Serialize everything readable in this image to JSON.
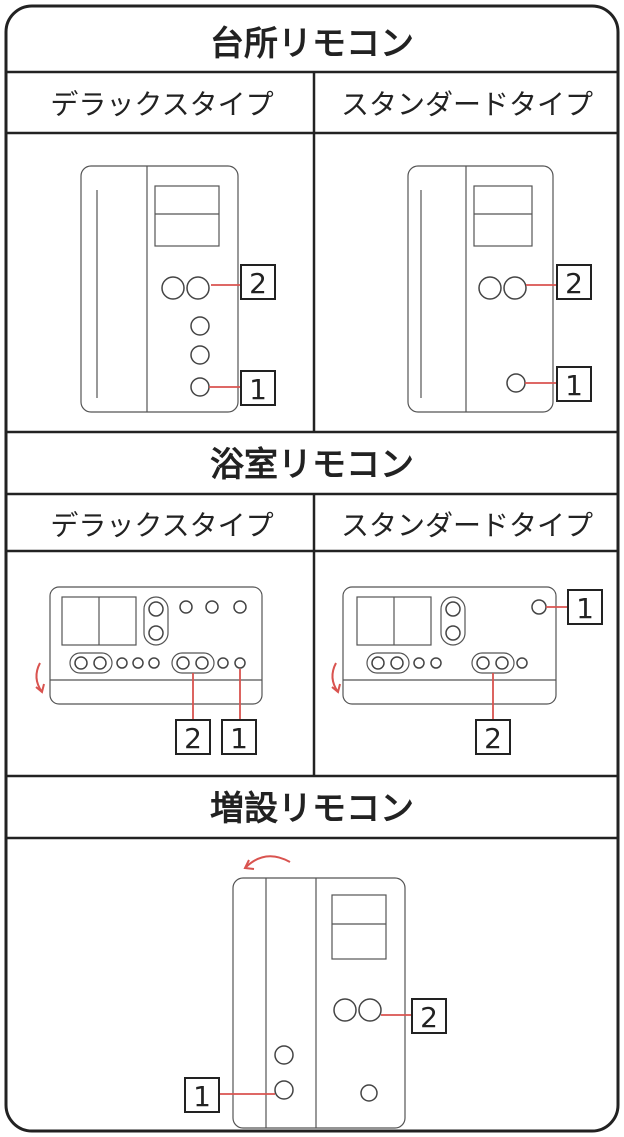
{
  "sections": {
    "kitchen": {
      "title": "台所リモコン"
    },
    "bath": {
      "title": "浴室リモコン"
    },
    "extra": {
      "title": "増設リモコン"
    }
  },
  "types": {
    "deluxe": "デラックスタイプ",
    "standard": "スタンダードタイプ"
  },
  "callouts": {
    "one": "1",
    "two": "2"
  },
  "colors": {
    "line": "#222222",
    "leader": "#d9534f",
    "background": "#ffffff"
  }
}
